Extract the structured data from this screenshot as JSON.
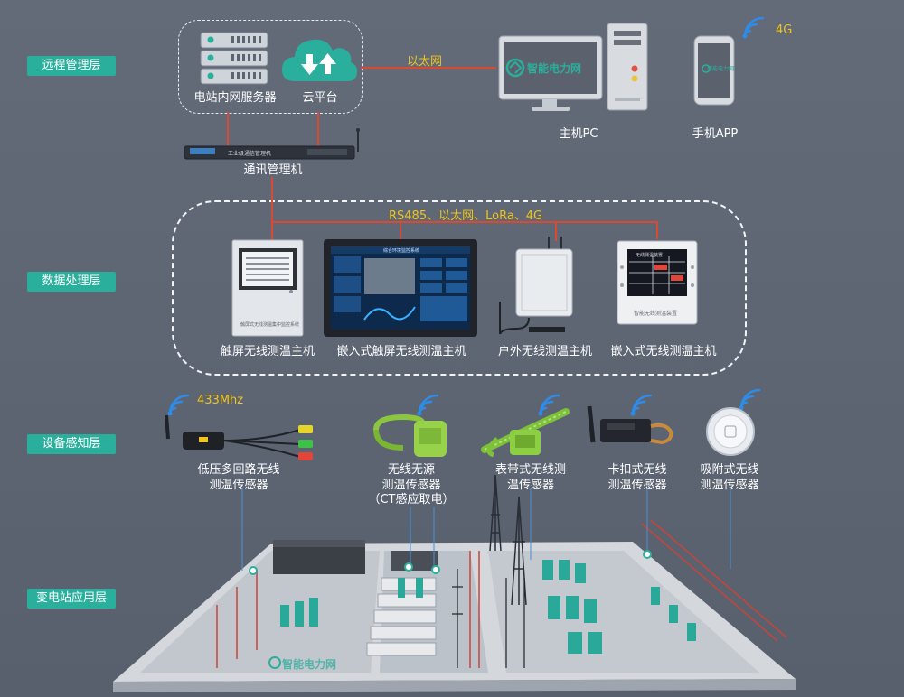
{
  "layers": [
    {
      "id": "remote",
      "label": "远程管理层"
    },
    {
      "id": "data",
      "label": "数据处理层"
    },
    {
      "id": "sensing",
      "label": "设备感知层"
    },
    {
      "id": "substation",
      "label": "变电站应用层"
    }
  ],
  "remote": {
    "server_label": "电站内网服务器",
    "cloud_label": "云平台",
    "ethernet_label": "以太网",
    "pc_label": "主机PC",
    "pc_screen_brand": "智能电力网",
    "phone_label": "手机APP",
    "phone_screen_brand": "智能电力网",
    "signal_4g": "4G",
    "comm_manager_label": "通讯管理机",
    "comm_manager_device_text": "工业级通信管理机"
  },
  "data_layer": {
    "protocols": "RS485、以太网、LoRa、4G",
    "devices": [
      {
        "label": "触屏无线测温主机",
        "screen_text": "触屏式无线测温集中监控系统"
      },
      {
        "label": "嵌入式触屏无线测温主机",
        "screen_text": "综合环境监控系统"
      },
      {
        "label": "户外无线测温主机"
      },
      {
        "label": "嵌入式无线测温主机",
        "screen_text": "无线测温装置",
        "device_text": "智能无线测温装置"
      }
    ]
  },
  "sensing": {
    "freq": "433Mhz",
    "sensors": [
      {
        "line1": "低压多回路无线",
        "line2": "测温传感器"
      },
      {
        "line1": "无线无源",
        "line2": "测温传感器",
        "line3": "（CT感应取电）"
      },
      {
        "line1": "表带式无线测",
        "line2": "温传感器"
      },
      {
        "line1": "卡扣式无线",
        "line2": "测温传感器"
      },
      {
        "line1": "吸附式无线",
        "line2": "测温传感器"
      }
    ]
  },
  "substation": {
    "watermark": "智能电力网"
  },
  "colors": {
    "accent": "#2aaf9c",
    "line": "#d94a34",
    "yellow": "#f0c419",
    "wifi": "#2f8be6"
  }
}
